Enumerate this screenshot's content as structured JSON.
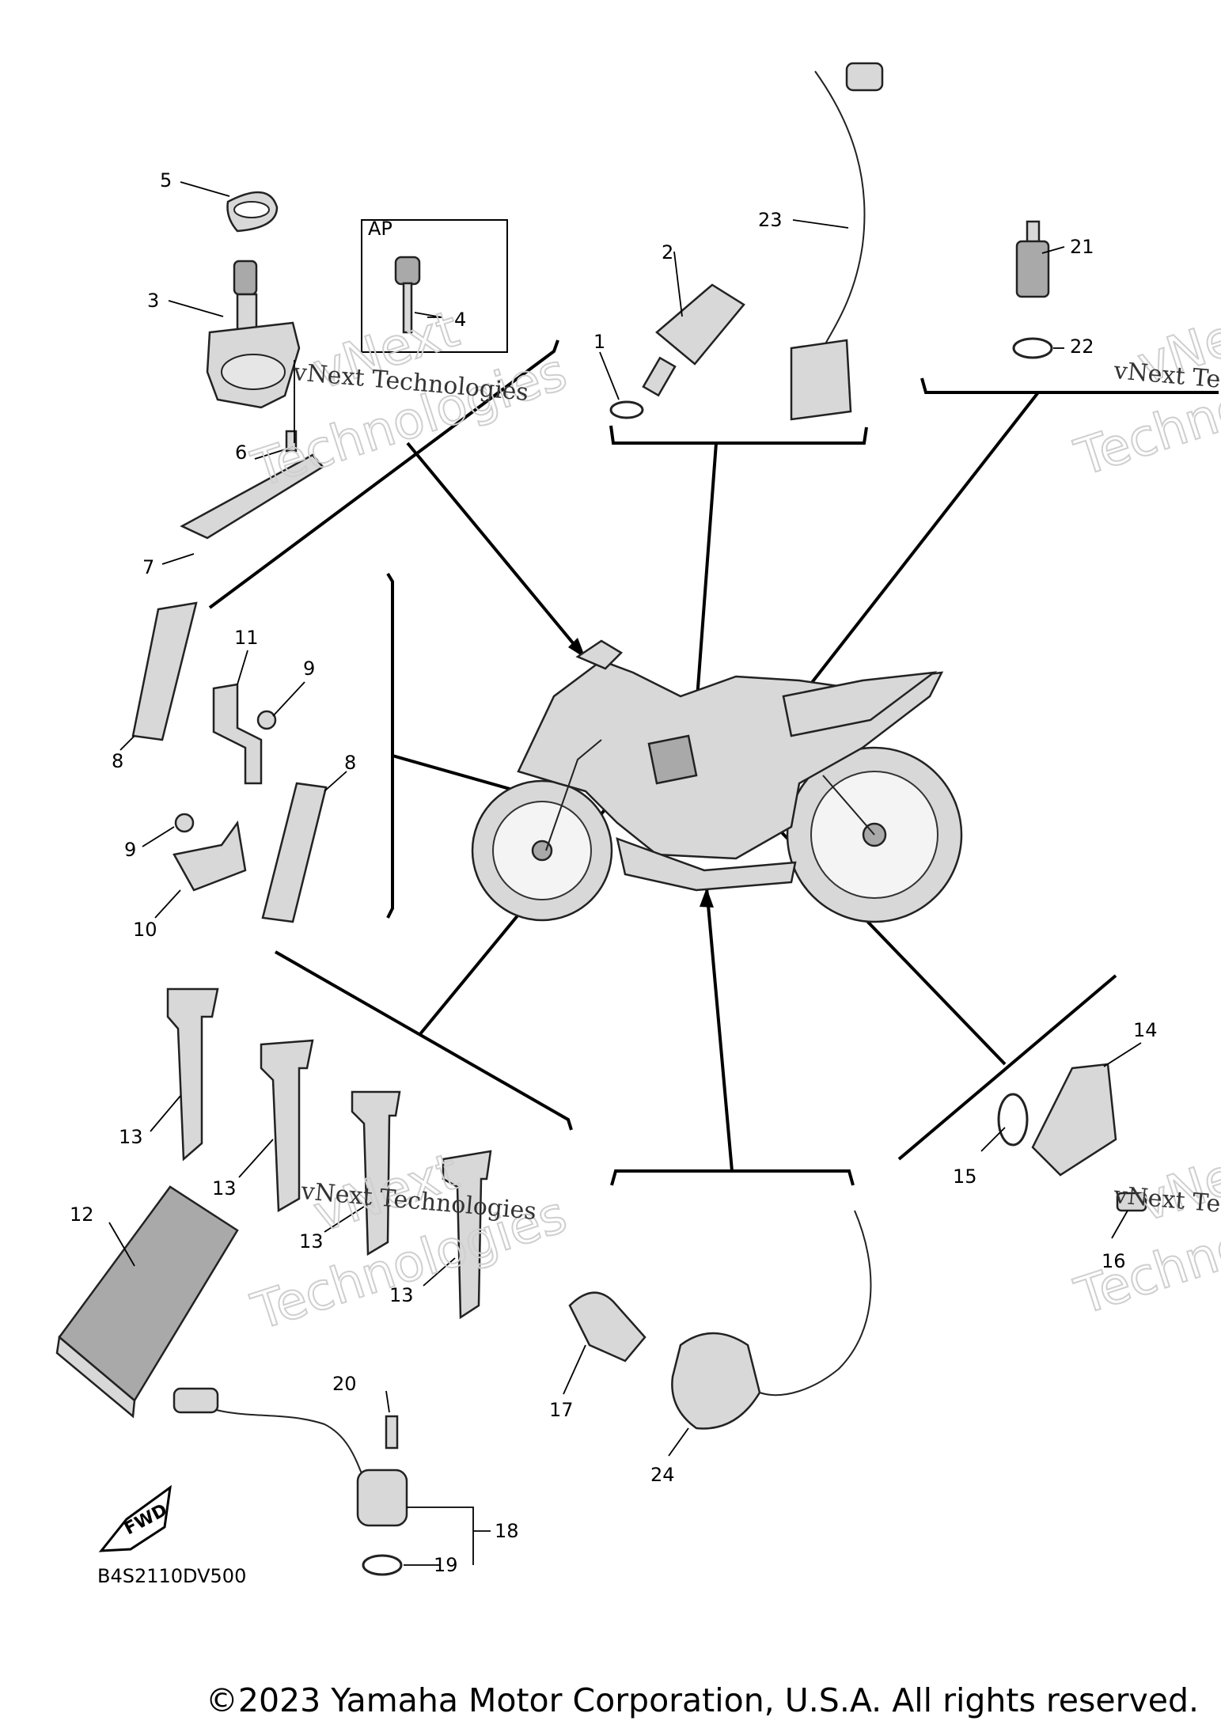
{
  "diagram_code": "B4S2110DV500",
  "inset_label": "AP",
  "fwd_label": "FWD",
  "watermark": {
    "line1": "vNext Technologies",
    "line2": "vNext",
    "line3": "Technologies"
  },
  "copyright": "©2023 Yamaha Motor Corporation, U.S.A. All rights reserved.",
  "callouts": {
    "c1": "1",
    "c2": "2",
    "c3": "3",
    "c4": "4",
    "c5": "5",
    "c6": "6",
    "c7": "7",
    "c8a": "8",
    "c8b": "8",
    "c9a": "9",
    "c9b": "9",
    "c10": "10",
    "c11": "11",
    "c12": "12",
    "c13a": "13",
    "c13b": "13",
    "c13c": "13",
    "c13d": "13",
    "c14": "14",
    "c15": "15",
    "c16": "16",
    "c17": "17",
    "c18": "18",
    "c19": "19",
    "c20": "20",
    "c21": "21",
    "c22": "22",
    "c23": "23",
    "c24": "24"
  }
}
